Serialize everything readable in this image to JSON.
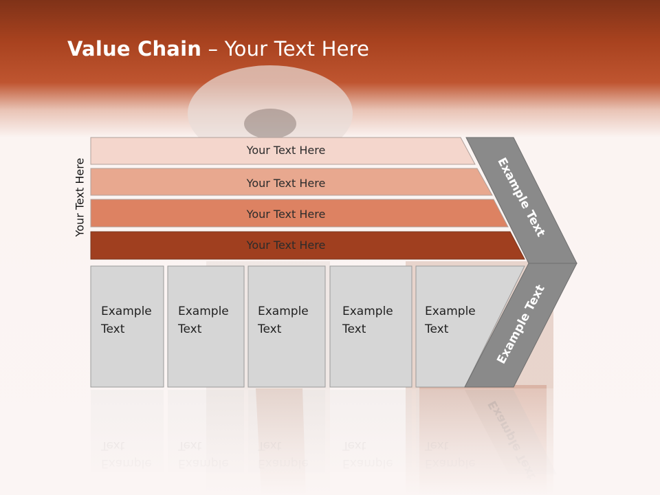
{
  "slide": {
    "title_bold": "Value Chain",
    "title_rest": " – Your Text Here",
    "side_label": "Your Text Here"
  },
  "bars": [
    {
      "label": "Your Text Here",
      "color": "#f4d6cc"
    },
    {
      "label": "Your Text Here",
      "color": "#e8a88f"
    },
    {
      "label": "Your Text Here",
      "color": "#dd8262"
    },
    {
      "label": "Your Text Here",
      "color": "#a03f1f"
    }
  ],
  "columns": [
    {
      "line1": "Example",
      "line2": "Text"
    },
    {
      "line1": "Example",
      "line2": "Text"
    },
    {
      "line1": "Example",
      "line2": "Text"
    },
    {
      "line1": "Example",
      "line2": "Text"
    },
    {
      "line1": "Example",
      "line2": "Text"
    }
  ],
  "chevron": {
    "upper_label": "Example Text",
    "lower_label": "Example Text",
    "color": "#8a8a8a"
  },
  "colors": {
    "column_fill": "#d6d6d6",
    "column_stroke": "#9a9a9a",
    "header_accent": "#a8421f"
  }
}
